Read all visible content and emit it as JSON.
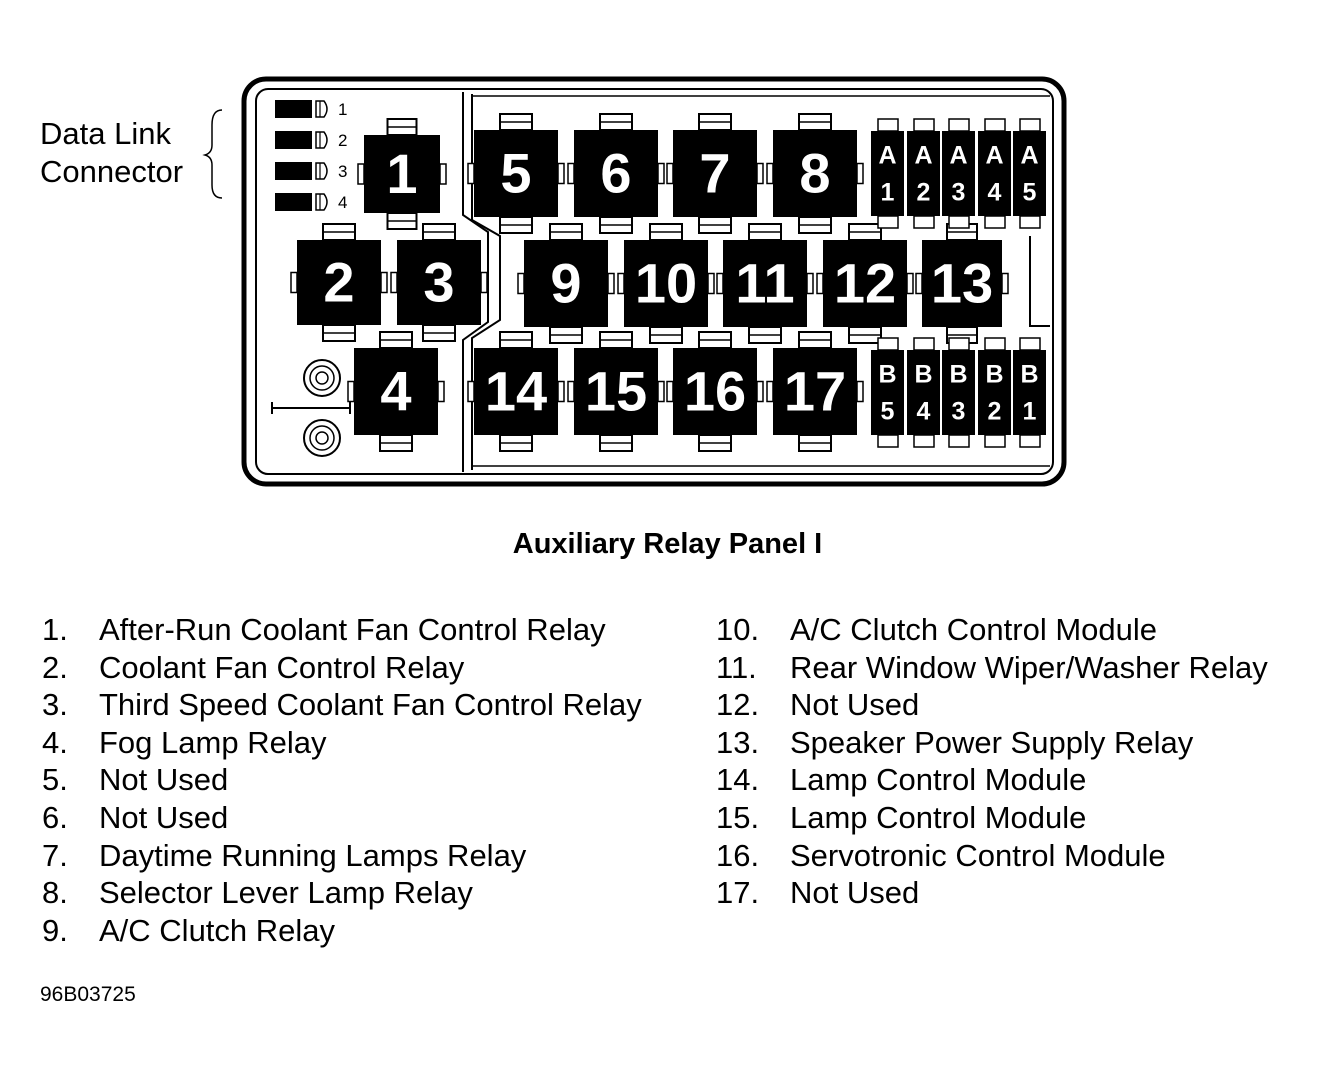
{
  "panel": {
    "relays": [
      {
        "label": "1"
      },
      {
        "label": "2"
      },
      {
        "label": "3"
      },
      {
        "label": "4"
      },
      {
        "label": "5"
      },
      {
        "label": "6"
      },
      {
        "label": "7"
      },
      {
        "label": "8"
      },
      {
        "label": "9"
      },
      {
        "label": "10"
      },
      {
        "label": "11"
      },
      {
        "label": "12"
      },
      {
        "label": "13"
      },
      {
        "label": "14"
      },
      {
        "label": "15"
      },
      {
        "label": "16"
      },
      {
        "label": "17"
      }
    ],
    "fuses_a": [
      {
        "letter": "A",
        "num": "1"
      },
      {
        "letter": "A",
        "num": "2"
      },
      {
        "letter": "A",
        "num": "3"
      },
      {
        "letter": "A",
        "num": "4"
      },
      {
        "letter": "A",
        "num": "5"
      }
    ],
    "fuses_b": [
      {
        "letter": "B",
        "num": "5"
      },
      {
        "letter": "B",
        "num": "4"
      },
      {
        "letter": "B",
        "num": "3"
      },
      {
        "letter": "B",
        "num": "2"
      },
      {
        "letter": "B",
        "num": "1"
      }
    ],
    "connector_pins": [
      "1",
      "2",
      "3",
      "4"
    ],
    "connector_label_line1": "Data Link",
    "connector_label_line2": "Connector"
  },
  "caption": "Auxiliary Relay Panel I",
  "legend": {
    "left": [
      {
        "num": "1.",
        "text": "After-Run Coolant Fan Control Relay"
      },
      {
        "num": "2.",
        "text": "Coolant Fan Control Relay"
      },
      {
        "num": "3.",
        "text": "Third Speed Coolant Fan Control Relay"
      },
      {
        "num": "4.",
        "text": "Fog Lamp Relay"
      },
      {
        "num": "5.",
        "text": "Not Used"
      },
      {
        "num": "6.",
        "text": "Not Used"
      },
      {
        "num": "7.",
        "text": "Daytime Running Lamps Relay"
      },
      {
        "num": "8.",
        "text": "Selector Lever Lamp Relay"
      },
      {
        "num": "9.",
        "text": "A/C Clutch Relay"
      }
    ],
    "right": [
      {
        "num": "10.",
        "text": "A/C Clutch Control Module"
      },
      {
        "num": "11.",
        "text": "Rear Window Wiper/Washer Relay"
      },
      {
        "num": "12.",
        "text": "Not Used"
      },
      {
        "num": "13.",
        "text": "Speaker Power Supply Relay"
      },
      {
        "num": "14.",
        "text": "Lamp Control Module"
      },
      {
        "num": "15.",
        "text": "Lamp Control Module"
      },
      {
        "num": "16.",
        "text": "Servotronic Control Module"
      },
      {
        "num": "17.",
        "text": "Not Used"
      }
    ]
  },
  "figure_id": "96B03725"
}
